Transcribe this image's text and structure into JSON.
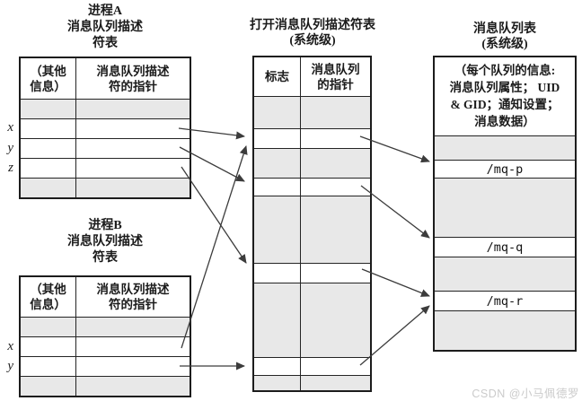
{
  "colors": {
    "row_gray": "#e8e8e8",
    "border": "#242424",
    "arrow": "#3c3c3c",
    "watermark_text": "#cbcbcb"
  },
  "process_a": {
    "title": "进程A\n消息队列描述\n符表",
    "header_other": "（其他\n信息）",
    "header_pointer": "消息队列描述\n符的指针",
    "row_labels": [
      "x",
      "y",
      "z"
    ]
  },
  "process_b": {
    "title": "进程B\n消息队列描述\n符表",
    "header_other": "（其他\n信息）",
    "header_pointer": "消息队列描述\n符的指针",
    "row_labels": [
      "x",
      "y"
    ]
  },
  "open_table": {
    "title": "打开消息队列描述符表\n(系统级)",
    "header_flag": "标志",
    "header_pointer": "消息队列\n的指针"
  },
  "queue_table": {
    "title": "消息队列表\n(系统级)",
    "info": "（每个队列的信息:\n消息队列属性； UID\n& GID；通知设置；\n消息数据）",
    "queues": [
      "/mq-p",
      "/mq-q",
      "/mq-r"
    ]
  },
  "connections": [
    {
      "from": "process-a-row-x",
      "to": "open-table-entry-1"
    },
    {
      "from": "process-a-row-y",
      "to": "open-table-entry-2"
    },
    {
      "from": "process-a-row-z",
      "to": "open-table-entry-3"
    },
    {
      "from": "process-b-row-x",
      "to": "open-table-entry-1"
    },
    {
      "from": "process-b-row-y",
      "to": "open-table-entry-4"
    },
    {
      "from": "open-table-entry-1",
      "to": "/mq-p"
    },
    {
      "from": "open-table-entry-2",
      "to": "/mq-q"
    },
    {
      "from": "open-table-entry-3",
      "to": "/mq-r"
    },
    {
      "from": "open-table-entry-4",
      "to": "/mq-r"
    }
  ],
  "watermark": "CSDN @小马佩德罗"
}
